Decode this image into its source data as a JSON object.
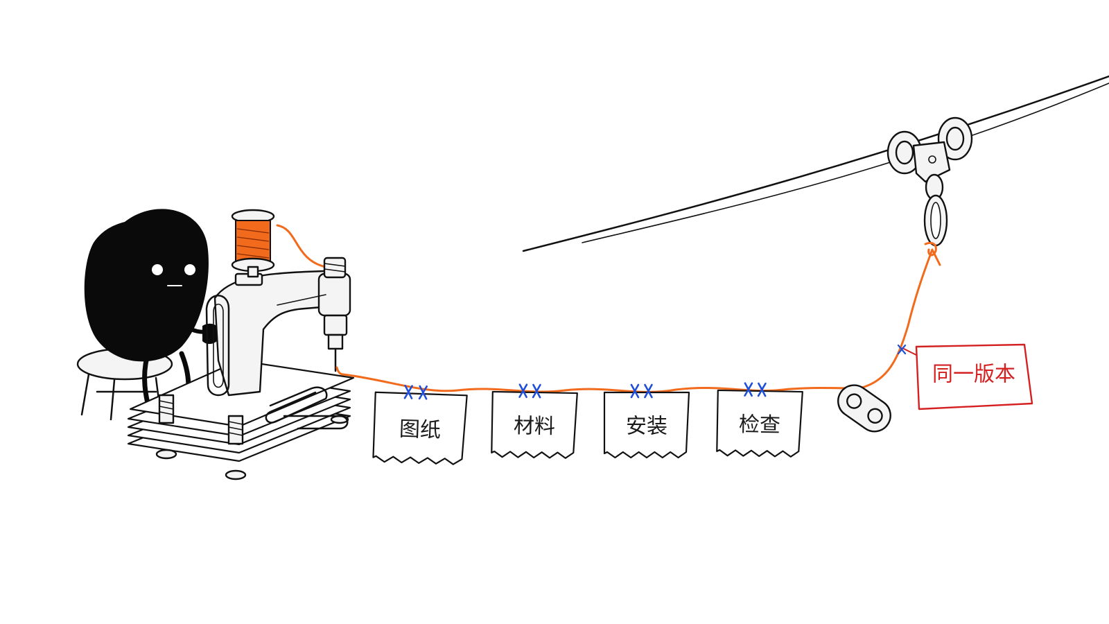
{
  "cards": [
    {
      "label": "图纸"
    },
    {
      "label": "材料"
    },
    {
      "label": "安装"
    },
    {
      "label": "检查"
    }
  ],
  "tag": {
    "label": "同一版本"
  },
  "colors": {
    "ink": "#111111",
    "thread": "#f26a1b",
    "stitch": "#1f4fd8",
    "tag": "#d42020",
    "background": "#ffffff"
  }
}
